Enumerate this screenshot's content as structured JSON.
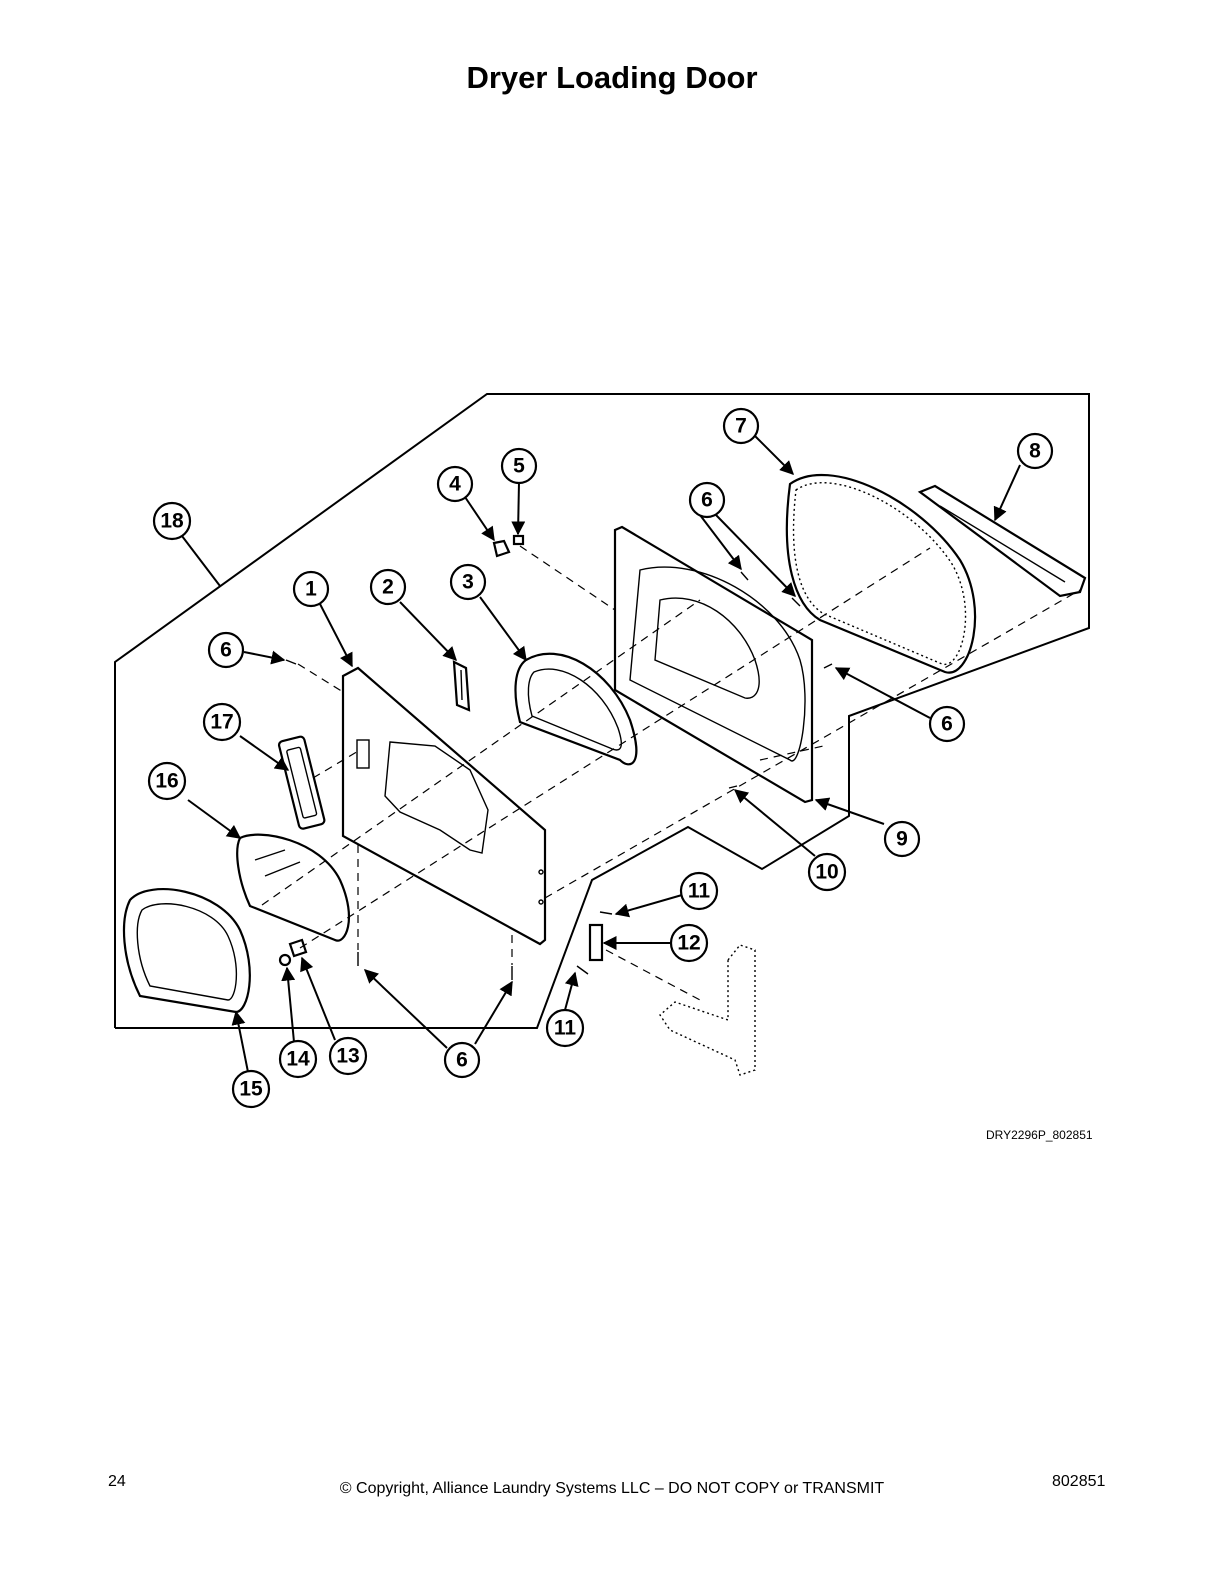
{
  "title": "Dryer Loading Door",
  "figure_id": "DRY2296P_802851",
  "footer": {
    "page_number": "24",
    "copyright": "© Copyright, Alliance Laundry Systems LLC – DO NOT COPY or TRANSMIT",
    "document_number": "802851"
  },
  "callouts": [
    "1",
    "2",
    "3",
    "4",
    "5",
    "6",
    "7",
    "8",
    "9",
    "10",
    "11",
    "12",
    "13",
    "14",
    "15",
    "16",
    "17",
    "18"
  ]
}
